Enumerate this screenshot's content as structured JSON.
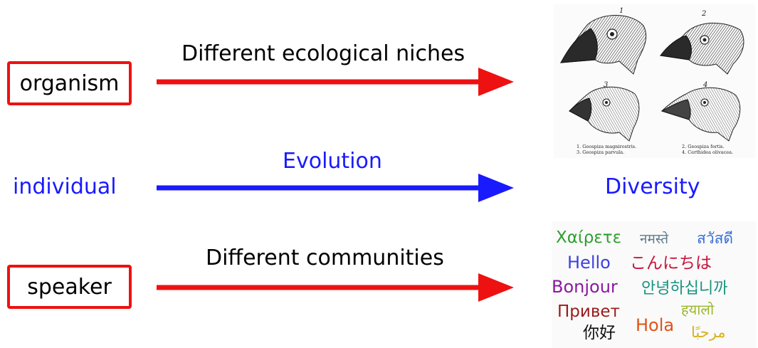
{
  "rows": [
    {
      "source": "organism",
      "relation": "Different ecological niches",
      "target_desc": "finches-illustration"
    },
    {
      "source": "individual",
      "relation": "Evolution",
      "target": "Diversity"
    },
    {
      "source": "speaker",
      "relation": "Different communities",
      "target_desc": "word-cloud"
    }
  ],
  "finch_figure": {
    "numbers": [
      "1",
      "2",
      "3",
      "4"
    ],
    "captions": [
      "1. Geospiza magnirostris.",
      "3. Geospiza parvula.",
      "2. Geospiza fortis.",
      "4. Certhidea olivacea."
    ]
  },
  "word_cloud": [
    {
      "text": "Χαίρετε",
      "color": "#2e9e2e"
    },
    {
      "text": "नमस्ते",
      "color": "#5f7d8e"
    },
    {
      "text": "สวัสดี",
      "color": "#3a6fd8"
    },
    {
      "text": "Hello",
      "color": "#3f3fe0"
    },
    {
      "text": "こんにちは",
      "color": "#c8123a"
    },
    {
      "text": "Bonjour",
      "color": "#8a1a9e"
    },
    {
      "text": "안녕하십니까",
      "color": "#17927f"
    },
    {
      "text": "Привет",
      "color": "#9a1a1a"
    },
    {
      "text": "हयालो",
      "color": "#9ab82a"
    },
    {
      "text": "Hola",
      "color": "#e0531a"
    },
    {
      "text": "你好",
      "color": "#111111"
    },
    {
      "text": "مرحبًا",
      "color": "#d8b21c"
    }
  ],
  "colors": {
    "red": "#ee1111",
    "blue": "#1a1aff"
  }
}
